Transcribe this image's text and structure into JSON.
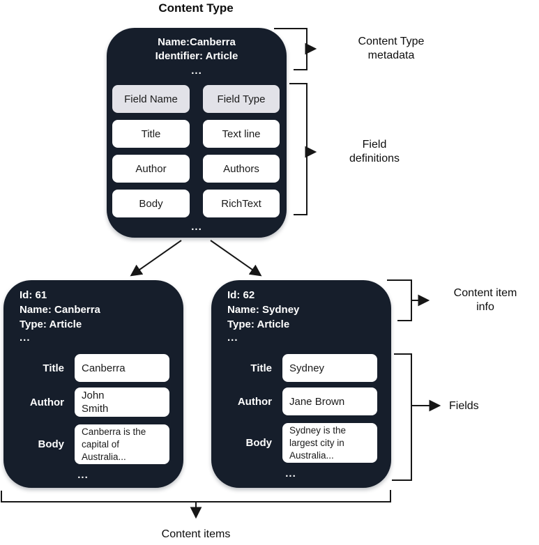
{
  "title": "Content Type",
  "colors": {
    "box_background": "#161e2b",
    "header_cell_background": "#e2e2e8",
    "cell_background": "#ffffff",
    "line": "#161616"
  },
  "content_type": {
    "name_line": "Name:Canberra",
    "identifier_line": "Identifier: Article",
    "ellipsis": "...",
    "header": {
      "name": "Field Name",
      "type": "Field Type"
    },
    "fields": [
      {
        "name": "Title",
        "type": "Text line"
      },
      {
        "name": "Author",
        "type": "Authors"
      },
      {
        "name": "Body",
        "type": "RichText"
      }
    ],
    "bottom_ellipsis": "..."
  },
  "annotations": {
    "content_type_metadata": "Content Type\nmetadata",
    "field_definitions": "Field\ndefinitions",
    "content_item_info": "Content item\ninfo",
    "fields": "Fields",
    "content_items": "Content items"
  },
  "items": [
    {
      "id_line": "Id: 61",
      "name_line": "Name: Canberra",
      "type_line": "Type: Article",
      "ellipsis": "...",
      "fields": [
        {
          "label": "Title",
          "value": "Canberra"
        },
        {
          "label": "Author",
          "value": "John\nSmith"
        },
        {
          "label": "Body",
          "value": "Canberra is the\ncapital of\nAustralia..."
        }
      ],
      "footer_ellipsis": "..."
    },
    {
      "id_line": "Id: 62",
      "name_line": "Name: Sydney",
      "type_line": "Type: Article",
      "ellipsis": "...",
      "fields": [
        {
          "label": "Title",
          "value": "Sydney"
        },
        {
          "label": "Author",
          "value": "Jane Brown"
        },
        {
          "label": "Body",
          "value": "Sydney is the\nlargest city in\nAustralia..."
        }
      ],
      "footer_ellipsis": "..."
    }
  ]
}
